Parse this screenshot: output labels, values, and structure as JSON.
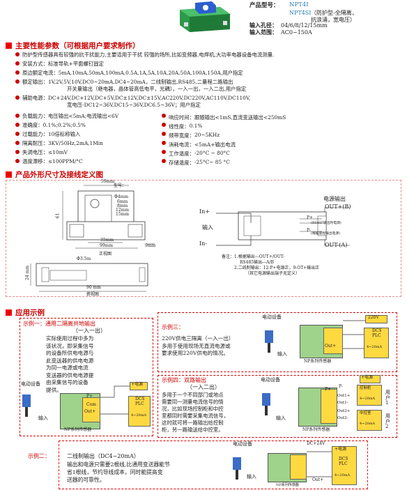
{
  "product": {
    "model_label": "产品型号：",
    "model_a": "NPT4I",
    "model_b": "NPT4SI",
    "model_b_desc_1": "（防护型-全隔离，",
    "model_b_desc_2": "抗浪涌，宽电压）",
    "hole_label": "输入孔径：",
    "hole_value": "04/6/8/12/15mm",
    "range_label": "输入范围：",
    "range_value": "AC0~150A",
    "colors": {
      "accent": "#cc0000",
      "blue": "#2a7ab8",
      "yellow": "#ffd940",
      "green": "#9fd28a"
    }
  },
  "sections": {
    "params": "主要性能参数（可根据用户要求制作）",
    "dims": "产品外形尺寸及接线定义图",
    "apps": "应用示例"
  },
  "params_list": [
    "防护型传感器具有较强的抗干扰能力,主要适用于干扰 较强的场所,比如变频器,电焊机,大功率电器设备电流测量.",
    "安装方式：标准导轨+平面螺钉固定",
    "原边额定电流：5mA,10mA,50mA,100mA,0.5A,1A,5A,10A,20A,50A,100A,150A,用户指定",
    "额定输出：1V,2V,5V,10V,DC0~20mA,DC4~20mA，二线制输出,RS485,二量程二路输出",
    "开关量输出（继电器，晶体管高低电平，光耦），一入一出，一入二出,用户指定",
    "辅助电源：DC+24V,DC+12V,DC+5V,DC±12V,DC±15V,AC220V,DC220V,AC110V,DC110V,",
    "宽电压-DC12~36V,DC15~36V,DC6.5~36V；用户指定"
  ],
  "params_left": [
    {
      "label": "负载能力：",
      "value": "电压输出<5mA;电流输出<6V"
    },
    {
      "label": "准确度：",
      "value": "0.1%;0.2%;0.5%"
    },
    {
      "label": "过载能力：",
      "value": "10倍标称输入"
    },
    {
      "label": "隔离耐压：",
      "value": "3KV/50Hz,2mA,1Min"
    },
    {
      "label": "失调电压：",
      "value": "≤10mV"
    },
    {
      "label": "温度漂移：",
      "value": "≤100PPM/°C"
    }
  ],
  "params_mid": [
    {
      "label": "响应时间：",
      "value": "跟随输出<1mS,直流变送输出<250mS"
    },
    {
      "label": "线性度：",
      "value": "0.1%"
    },
    {
      "label": "频带宽度：",
      "value": "20~5KHz"
    },
    {
      "label": "消耗电流：",
      "value": "<5mA+输出电流"
    },
    {
      "label": "工作温度：",
      "value": "-20°C ~ 80°C"
    },
    {
      "label": "存储温度：",
      "value": "-25°C~ 85 °C"
    }
  ],
  "dim_drawing": {
    "top_width": "59mm",
    "model_tag": "型号：",
    "holes": [
      "Φ4mm",
      "6mm",
      "8mm",
      "12mm",
      "15mm"
    ],
    "height": "61",
    "w35": "35mm",
    "w99": "99mm",
    "w9": "9mm",
    "front_view": "正视图",
    "screw": "Φ3.5m",
    "h24": "24 mm",
    "w90": "90 mm",
    "top_view": "俯视图"
  },
  "wiring": {
    "in_plus": "In+",
    "in_minus": "In-",
    "input": "输入",
    "power_out": "电源输出",
    "out_plus": "OUT+(B)",
    "out_minus": "OUT-(A)",
    "p_plus": "P+",
    "p_minus": "P-",
    "p_plus_note": "(RS485输出时电源)",
    "p_minus_note": "(根据量程输出电源)",
    "note1": "备注：1.根据输出---OUT+/OUT-",
    "note1b": "RS485输出---A/B",
    "note2": "2.二线制输出：12-P+电源正，9-OT+输出正",
    "note2b": "（其它电源输出端子无定义）"
  },
  "apps": {
    "ex1_title": "示例一：通用二隔离共地输出",
    "ex1_sub": "（一入一出）",
    "ex1_desc": [
      "实际使用过程中多为",
      "该状况，即采集信号",
      "的设备所供电电源与",
      "此变送器的供电电源",
      "为同一电源或电流",
      "变送器的供电电源提",
      "由采集信号的设备",
      "提供。"
    ],
    "ex1_labels": {
      "power_device": "电动设备",
      "input": "输入",
      "sensor": "NP系列传感器",
      "power": "+电源",
      "dcs": "DCS PLC",
      "range": "4~20mA",
      "out_p": "P+",
      "com": "Com",
      "out": "Out+"
    },
    "ex3_title": "示例三：",
    "ex3_desc": [
      "220V供电三隔离（一入一出）",
      "多用于使用现场无直流电源或",
      "要求使用220V供电的情况。"
    ],
    "ex3_labels": {
      "power_device": "电动设备",
      "input": "输入",
      "sensor": "NP系列传感器",
      "v220": "220V",
      "dcs": "DCS PLC",
      "range": "4~20mA",
      "out": "Out+"
    },
    "ex4_title": "示例四：双路输出",
    "ex4_sub": "（一入二出）",
    "ex4_desc": [
      "多用于一个不同部门或地点",
      "需要同一测量电流信号的情",
      "况，比如现场控制柜和中控",
      "室都同时需要采集电流信号，",
      "这时就可将一路输出给控制",
      "柜，另一路输送给中控室。"
    ],
    "ex4_labels": {
      "power_device": "电动设备",
      "input": "输入",
      "sensor": "NP系列传感器",
      "power": "+电源",
      "ctrl_cab": "控制柜",
      "ctrl_room": "中控室",
      "range": "4~20mA",
      "user1": "用户1",
      "user2": "用户2",
      "p_plus": "P+",
      "p_minus": "P-",
      "out1p": "Out1+",
      "out1m": "Out1-",
      "out2p": "Out2+",
      "out2m": "Out2-"
    },
    "ex2_title": "示例二：",
    "ex2_title_b": "二线制输出（DC4~20mA）",
    "ex2_desc": [
      "输出和电源只需要2根线,比通用变送器能节",
      "省1根线，节约导线成本，同时能提高变",
      "送器的可靠性。"
    ],
    "ex2_labels": {
      "power_device": "电动设备",
      "input": "输入",
      "sensor": "NP系列传感器",
      "dc24": "DC+24V",
      "power": "+电源",
      "dcs": "DCS PLC",
      "range": "4~20mA",
      "out": "Out+"
    }
  }
}
